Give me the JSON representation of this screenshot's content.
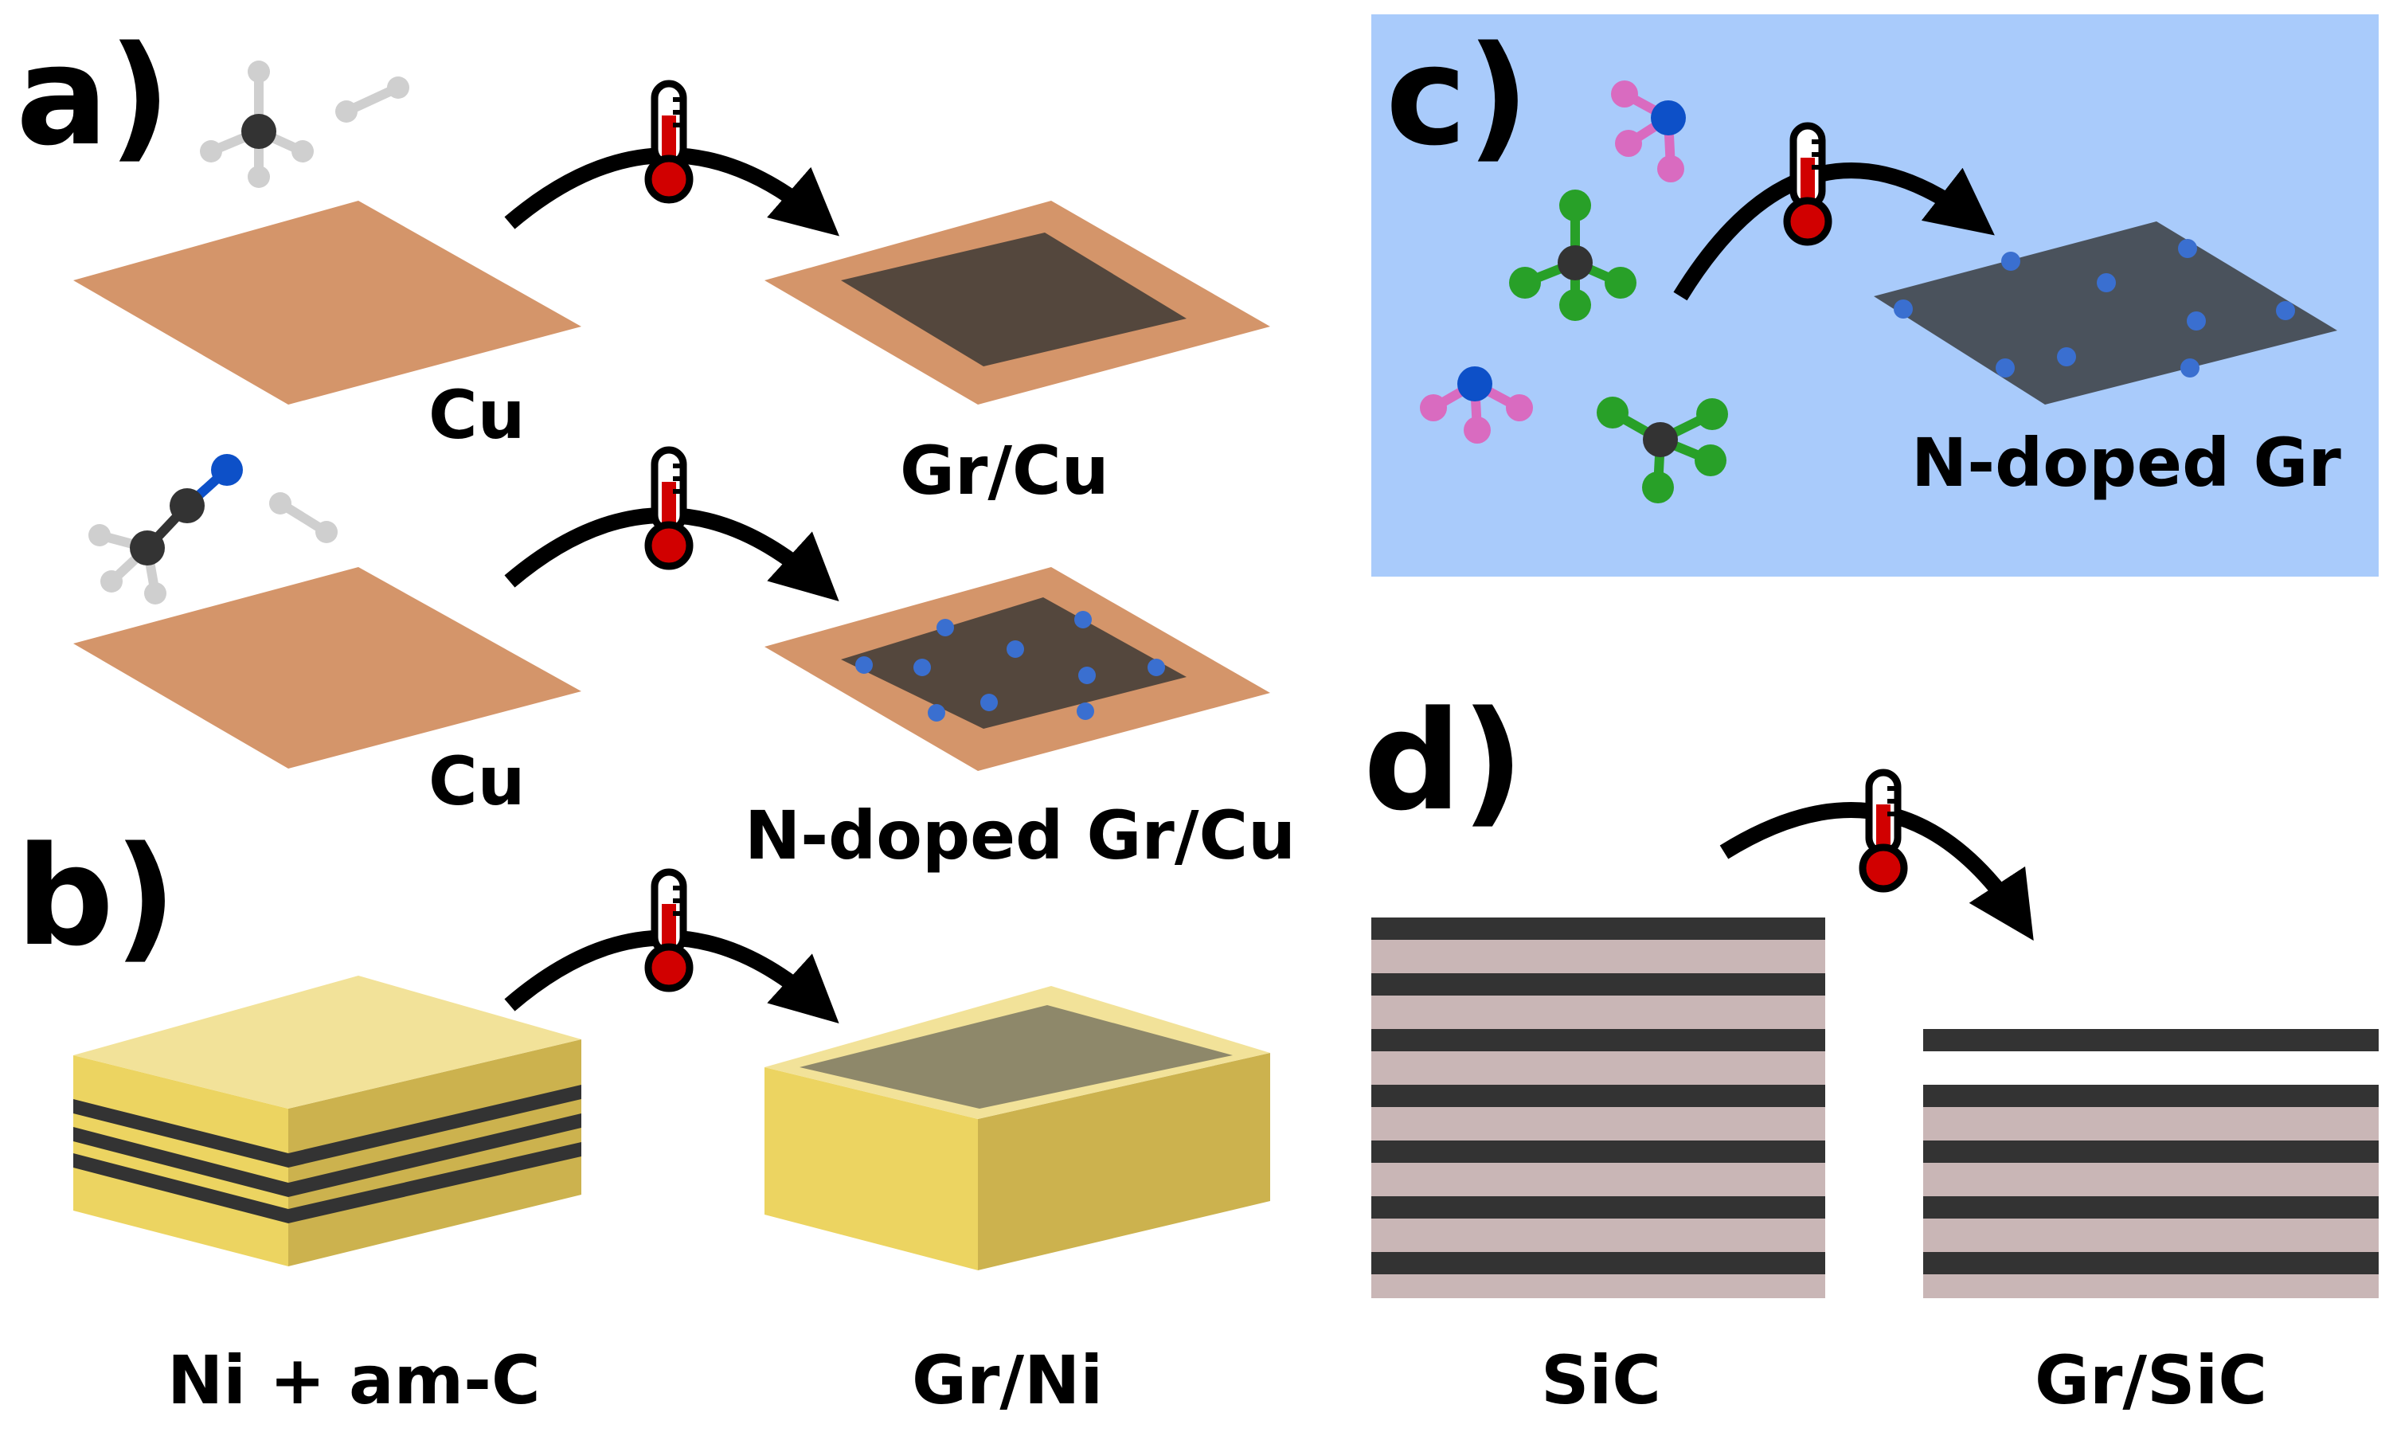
{
  "panels": {
    "a": {
      "label": "a)",
      "top": {
        "substrate": "Cu",
        "product": "Gr/Cu"
      },
      "bottom": {
        "substrate": "Cu",
        "product": "N-doped Gr/Cu"
      }
    },
    "b": {
      "label": "b)",
      "substrate": "Ni + am-C",
      "product": "Gr/Ni"
    },
    "c": {
      "label": "c)",
      "product": "N-doped Gr"
    },
    "d": {
      "label": "d)",
      "substrate": "SiC",
      "product": "Gr/SiC"
    }
  },
  "colors": {
    "copper": "#d4956a",
    "graphene": "#54473d",
    "dopant_blue": "#3a6fd0",
    "nickel_top": "#f2e299",
    "nickel_side_left": "#ecd461",
    "nickel_side_right": "#ccb24e",
    "graphene_on_ni": "#8e886a",
    "panel_c_background": "#a9cbfb",
    "n_doped_sheet": "#4a525c",
    "sic_layer": "#c9b6b6",
    "graphene_stripe": "#333333",
    "thermometer_red": "#d10000",
    "carbon_atom": "#333333",
    "hydrogen_atom": "#cfcfcf",
    "nitrogen_atom": "#0d50c8",
    "pink_atom": "#d96bc0",
    "green_atom": "#28a028"
  }
}
